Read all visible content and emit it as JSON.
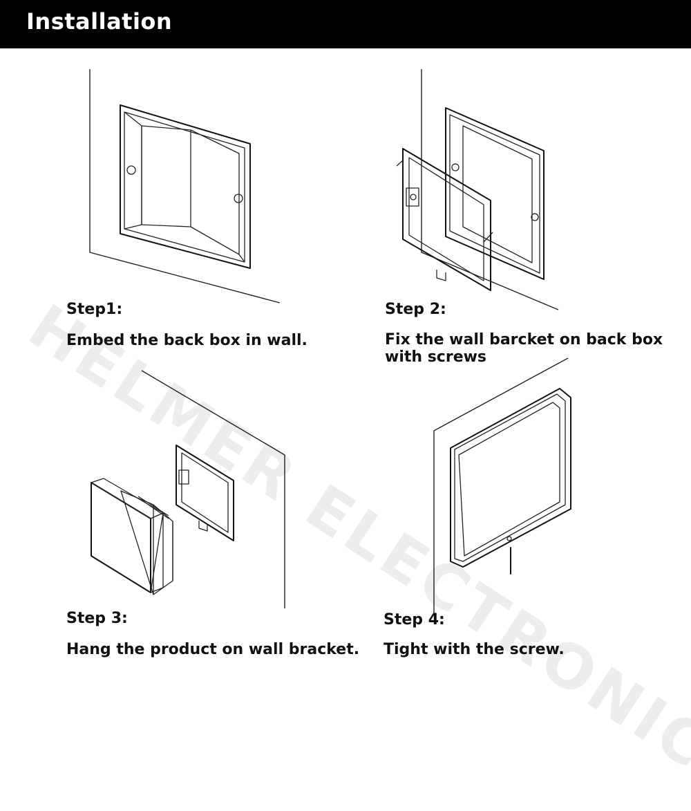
{
  "header": {
    "title": "Installation"
  },
  "watermark": "HELMER ELECTRONICS",
  "steps": [
    {
      "label": "Step1:",
      "text": "Embed the back box in wall."
    },
    {
      "label": "Step 2:",
      "text": "Fix the wall barcket on back box",
      "text2": "with screws"
    },
    {
      "label": "Step 3:",
      "text": "Hang the product on wall bracket."
    },
    {
      "label": "Step 4:",
      "text": "Tight with the screw."
    }
  ]
}
